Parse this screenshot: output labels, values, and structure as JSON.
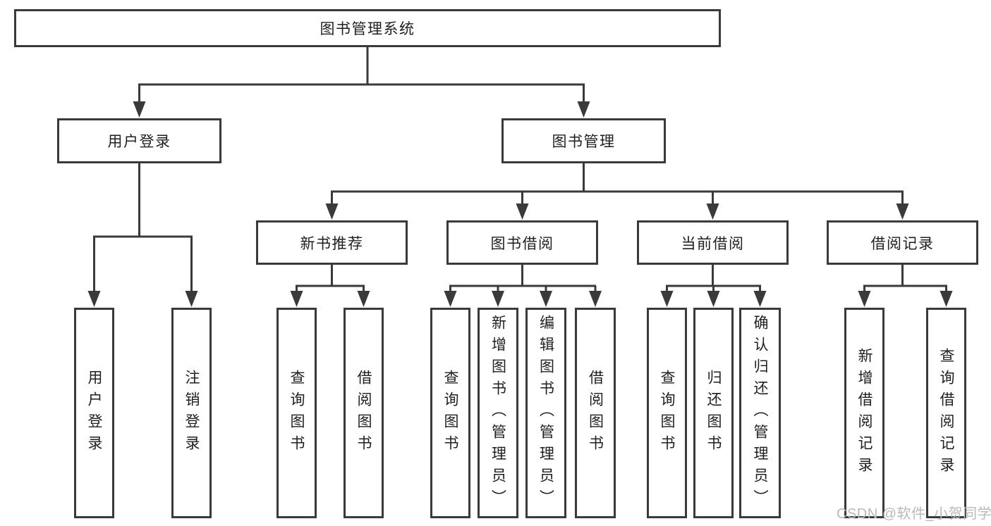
{
  "page": {
    "background": "#ffffff"
  },
  "diagram": {
    "colors": {
      "line": "#3a3a3a",
      "text": "#1f1f1f",
      "box_fill": "#ffffff"
    },
    "root": {
      "label": "图书管理系统"
    },
    "branches": [
      {
        "label": "用户登录",
        "children": [
          {
            "label": "用户登录"
          },
          {
            "label": "注销登录"
          }
        ]
      },
      {
        "label": "图书管理",
        "children": [
          {
            "label": "新书推荐",
            "children": [
              {
                "label": "查询图书"
              },
              {
                "label": "借阅图书"
              }
            ]
          },
          {
            "label": "图书借阅",
            "children": [
              {
                "label": "查询图书"
              },
              {
                "label": "新增图书（管理员）"
              },
              {
                "label": "编辑图书（管理员）"
              },
              {
                "label": "借阅图书"
              }
            ]
          },
          {
            "label": "当前借阅",
            "children": [
              {
                "label": "查询图书"
              },
              {
                "label": "归还图书"
              },
              {
                "label": "确认归还（管理员）"
              }
            ]
          },
          {
            "label": "借阅记录",
            "children": [
              {
                "label": "新增借阅记录"
              },
              {
                "label": "查询借阅记录"
              }
            ]
          }
        ]
      }
    ]
  },
  "watermark": {
    "text": "CSDN @软件_小贺同学",
    "color": "#b9b9b9"
  }
}
